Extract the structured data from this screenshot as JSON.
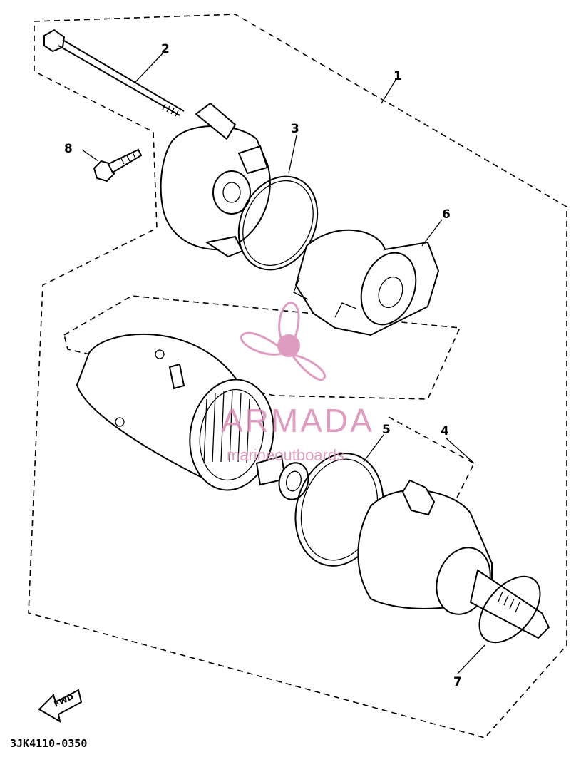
{
  "diagram": {
    "callouts": [
      "1",
      "2",
      "3",
      "4",
      "5",
      "6",
      "7",
      "8"
    ],
    "direction_label": "FWD",
    "drawing_code": "3JK4110-0350",
    "watermark": {
      "brand": "ARMADA",
      "sub": "marineoutboards",
      "color": "#d98bb6"
    }
  }
}
